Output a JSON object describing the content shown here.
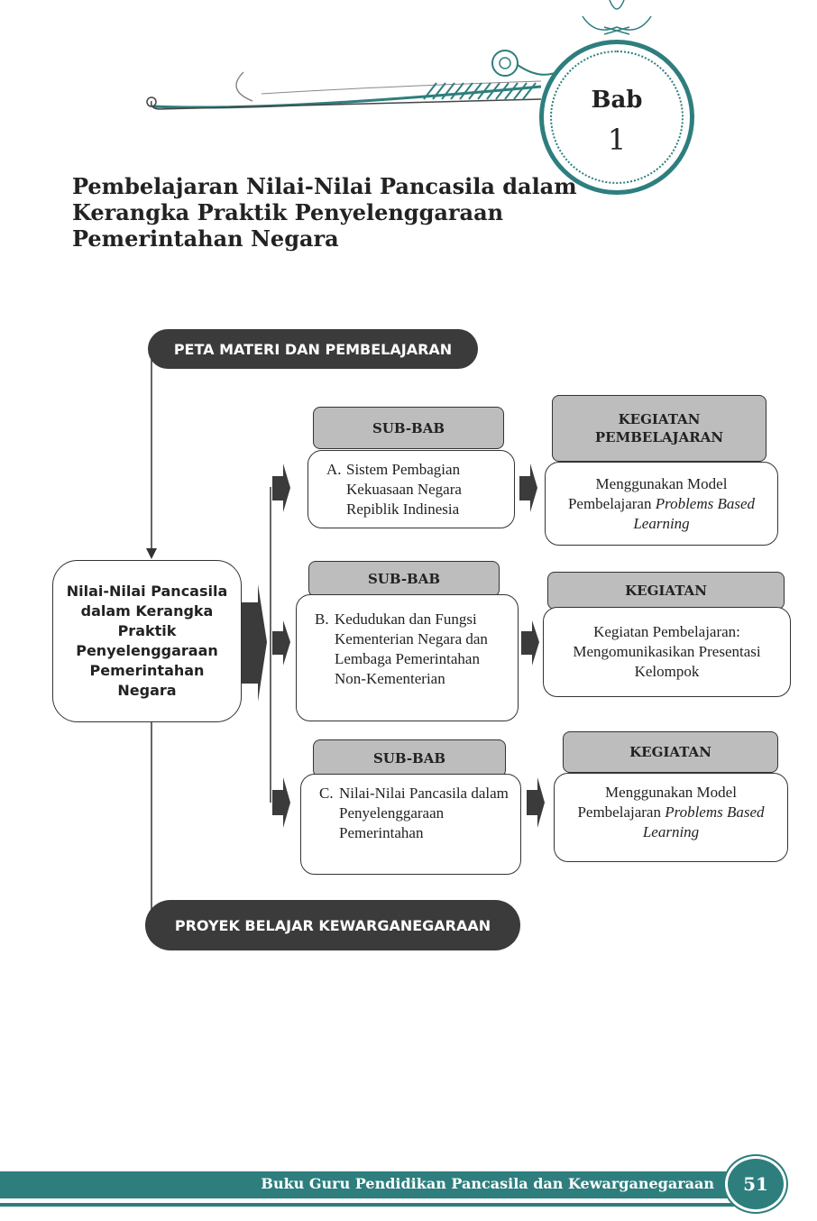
{
  "chapter": {
    "label": "Bab",
    "number": "1"
  },
  "title_lines": [
    "Pembelajaran Nilai-Nilai Pancasila dalam",
    "Kerangka Praktik Penyelenggaraan",
    "Pemerintahan Negara"
  ],
  "diagram": {
    "top_pill": "PETA MATERI DAN PEMBELAJARAN",
    "bottom_pill": "PROYEK BELAJAR KEWARGANEGARAAN",
    "main_box": "Nilai-Nilai Pancasila dalam Kerangka Praktik Penyelenggaraan Pemerintahan Negara",
    "subbabs": [
      {
        "header": "SUB-BAB",
        "letter": "A.",
        "text": "Sistem Pembagian Kekuasaan Negara Repiblik Indinesia"
      },
      {
        "header": "SUB-BAB",
        "letter": "B.",
        "text": "Kedudukan dan Fungsi Kementerian Negara dan Lembaga Pemerintahan Non-Kementerian"
      },
      {
        "header": "SUB-BAB",
        "letter": "C.",
        "text": "Nilai-Nilai Pancasila dalam Penyelenggaraan Pemerintahan"
      }
    ],
    "activities": [
      {
        "header": "KEGIATAN PEMBELAJARAN",
        "text_plain": "Menggunakan Model Pembelajaran ",
        "text_italic": "Problems Based Learning"
      },
      {
        "header": "KEGIATAN",
        "text_plain": "Kegiatan Pembelajaran: Mengomunikasikan Presentasi Kelompok",
        "text_italic": ""
      },
      {
        "header": "KEGIATAN",
        "text_plain": "Menggunakan Model Pembelajaran ",
        "text_italic": "Problems Based Learning"
      }
    ]
  },
  "footer": {
    "book_title": "Buku Guru Pendidikan Pancasila dan Kewarganegaraan",
    "page_number": "51"
  },
  "colors": {
    "teal": "#2e7e7e",
    "dark": "#3b3b3b",
    "grey": "#bdbdbd"
  }
}
